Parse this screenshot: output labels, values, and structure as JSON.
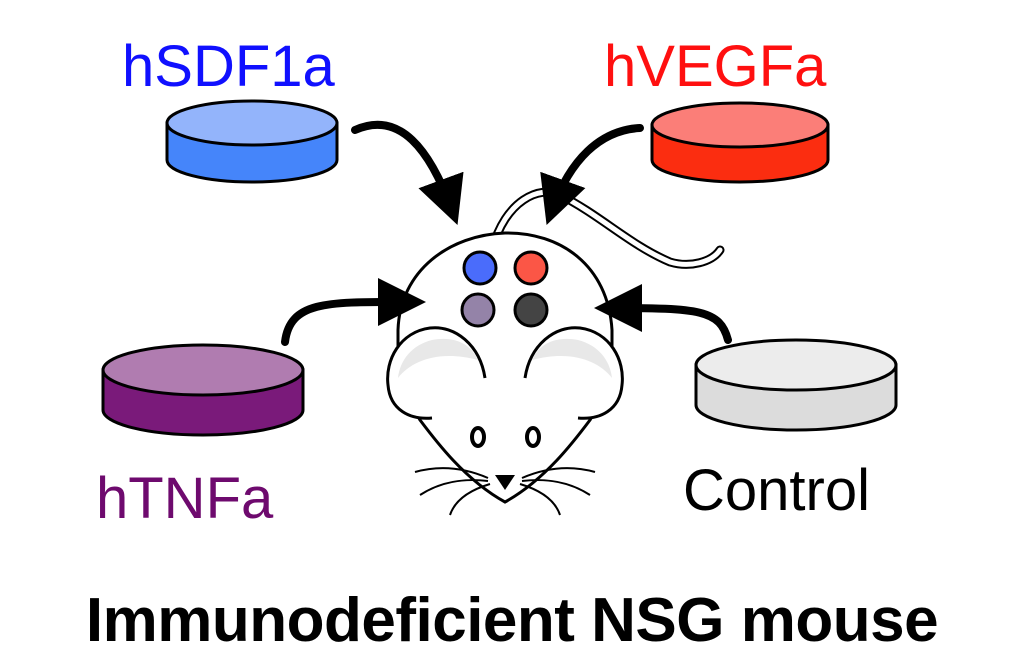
{
  "diagram": {
    "title": "Immunodeficient NSG mouse",
    "factors": [
      {
        "label": "hSDF1a",
        "label_color": "#1010ff",
        "dish_top": "#93b4fb",
        "dish_side": "#4585fa",
        "spot_color": "#4a6cfb"
      },
      {
        "label": "hVEGFa",
        "label_color": "#ff1010",
        "dish_top": "#fb7e78",
        "dish_side": "#fb2d10",
        "spot_color": "#fb5646"
      },
      {
        "label": "hTNFa",
        "label_color": "#6e0a6e",
        "dish_top": "#b07cb0",
        "dish_side": "#7a1a7a",
        "spot_color": "#9483a8"
      },
      {
        "label": "Control",
        "label_color": "#000000",
        "dish_top": "#ececec",
        "dish_side": "#dcdcdc",
        "spot_color": "#444444"
      }
    ],
    "subject": "mouse"
  }
}
